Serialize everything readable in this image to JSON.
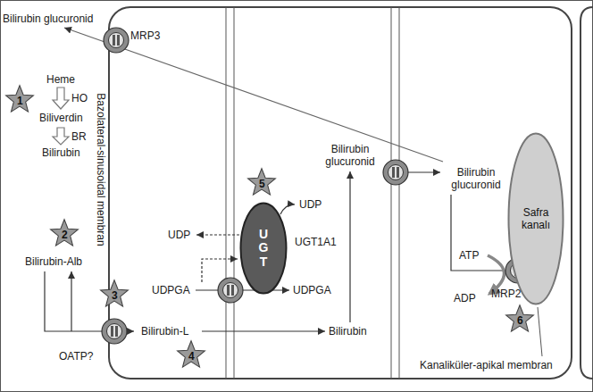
{
  "diagram": {
    "nodes": [
      {
        "text": [
          "UGT"
        ]
      },
      {
        "text": [
          "Safra kanalı"
        ]
      }
    ],
    "labels": [
      "Bilirubin glucuronid",
      "MRP3",
      "Heme",
      "HO",
      "Biliverdin",
      "BR",
      "Bilirubin",
      "1",
      "2",
      "Bilirubin-Alb",
      "3",
      "OATP?",
      "Bilirubin-L",
      "4",
      "5",
      "UDP",
      "UDP",
      "UGT1A1",
      "UDPGA",
      "UDPGA",
      "Bilirubin",
      "Bilirubin glucuronid",
      "Bilirubin glucuronid",
      "ATP",
      "ADP",
      "MRP2",
      "6",
      "Kanaliküler-apikal membran",
      "Bazolateral-sinusoidal membran"
    ]
  }
}
